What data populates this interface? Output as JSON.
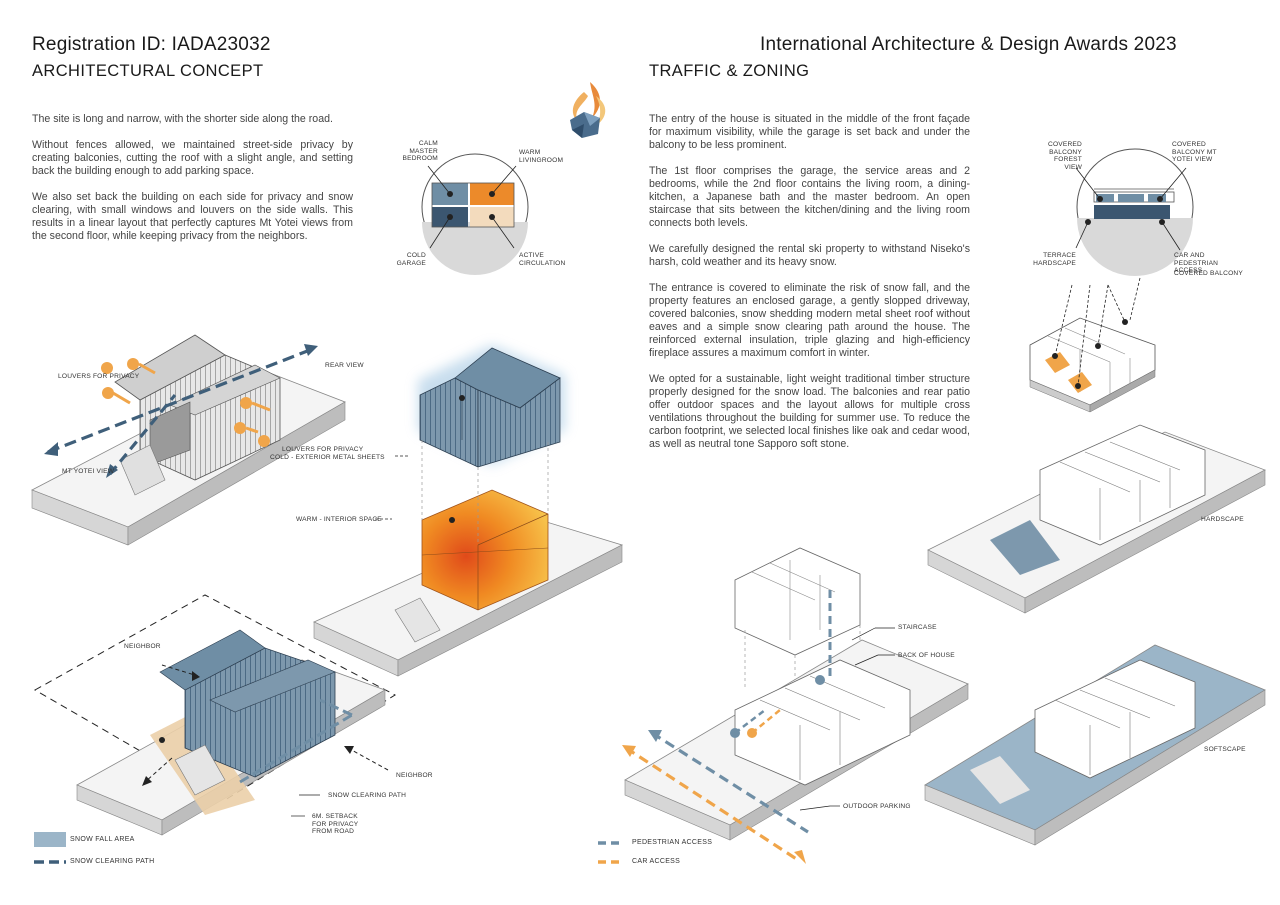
{
  "header": {
    "registration": "Registration ID:  IADA23032",
    "award": "International Architecture & Design Awards 2023"
  },
  "left": {
    "section_title": "ARCHITECTURAL CONCEPT",
    "paragraphs": [
      "The site is long and narrow, with the shorter side along the road.",
      "Without fences allowed, we maintained street-side privacy by creating balconies, cutting the roof with a slight angle, and setting back the building enough to add parking space.",
      "We also set back the building on each side for privacy and snow clearing, with small windows and louvers on the side walls. This results in a linear layout that perfectly captures Mt Yotei views from the second floor, while keeping privacy from the neighbors."
    ],
    "zone_diagram": {
      "calm": "CALM MASTER BEDROOM",
      "warm": "WARM LIVINGROOM",
      "cold": "COLD GARAGE",
      "active": "ACTIVE CIRCULATION",
      "colors": {
        "calm": "#6f8ea5",
        "warm": "#ec8a2a",
        "cold": "#3b5670",
        "active": "#f3dbbd"
      }
    },
    "labels": {
      "louvers_privacy": "LOUVERS FOR PRIVACY",
      "rear_view": "REAR VIEW",
      "mt_yotei_view": "MT YOTEI VIEW",
      "louvers_cold": "LOUVERS FOR PRIVACY",
      "cold_sheets": "COLD - EXTERIOR METAL SHEETS",
      "warm_interior": "WARM - INTERIOR SPACE",
      "neighbor_top": "NEIGHBOR",
      "neighbor_right": "NEIGHBOR",
      "snow_path": "SNOW CLEARING PATH",
      "setback": "6M. SETBACK FOR PRIVACY FROM ROAD"
    },
    "legend": {
      "snow_fall": "SNOW FALL AREA",
      "snow_path": "SNOW CLEARING PATH",
      "snow_color": "#9bb5c8",
      "path_color": "#3f5f7a"
    }
  },
  "right": {
    "section_title": "TRAFFIC & ZONING",
    "paragraphs": [
      "The entry of the house is situated in the middle of the front façade for maximum visibility, while the garage is set back and under the balcony to be less prominent.",
      "The 1st floor comprises the garage, the service areas and 2 bedrooms, while the 2nd floor contains the living room, a dining-kitchen, a Japanese bath and the master bedroom. An open staircase that sits between the kitchen/dining and the living room connects both levels.",
      "We carefully designed the rental ski property to withstand Niseko's harsh, cold weather and its heavy snow.",
      "The entrance is covered to eliminate the risk of snow fall, and the property features an enclosed garage, a gently slopped driveway, covered balconies, snow shedding modern metal sheet roof without eaves and a simple snow clearing path around the house. The reinforced external insulation, triple glazing and high-efficiency fireplace assures a maximum comfort in winter.",
      "We opted for a sustainable, light weight traditional timber structure properly designed for the snow load. The balconies and rear patio offer outdoor spaces and the layout allows for multiple cross ventilations throughout the building for summer use. To reduce the carbon footprint, we selected local finishes like oak and cedar wood, as well as neutral tone Sapporo soft stone."
    ],
    "balcony_diagram": {
      "forest": "COVERED BALCONY FOREST VIEW",
      "yotei": "COVERED BALCONY MT YOTEI VIEW",
      "terrace": "TERRACE HARDSCAPE",
      "car": "CAR AND PEDESTRIAN ACCESS",
      "covered": "COVERED BALCONY"
    },
    "labels": {
      "hardscape": "HARDSCAPE",
      "softscape": "SOFTSCAPE",
      "staircase": "STAIRCASE",
      "back_of_house": "BACK OF HOUSE",
      "outdoor_parking": "OUTDOOR PARKING"
    },
    "legend": {
      "pedestrian": "PEDESTRIAN ACCESS",
      "car": "CAR ACCESS",
      "ped_color": "#6f8ea5",
      "car_color": "#f0a54a"
    }
  }
}
